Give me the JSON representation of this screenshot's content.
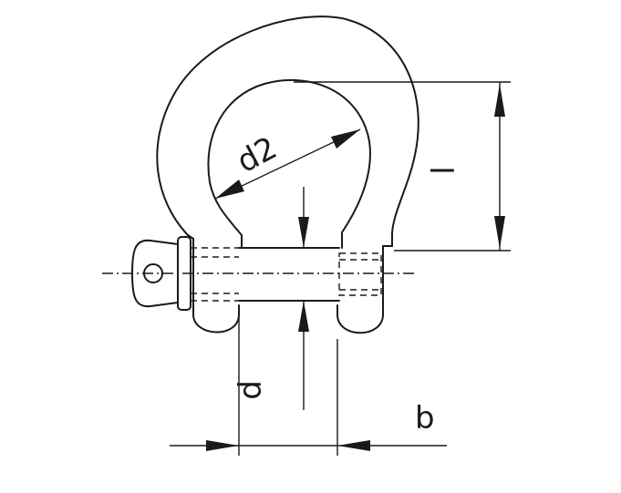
{
  "figure": {
    "labels": {
      "d2": "d2",
      "l": "l",
      "d": "d",
      "b": "b"
    }
  }
}
